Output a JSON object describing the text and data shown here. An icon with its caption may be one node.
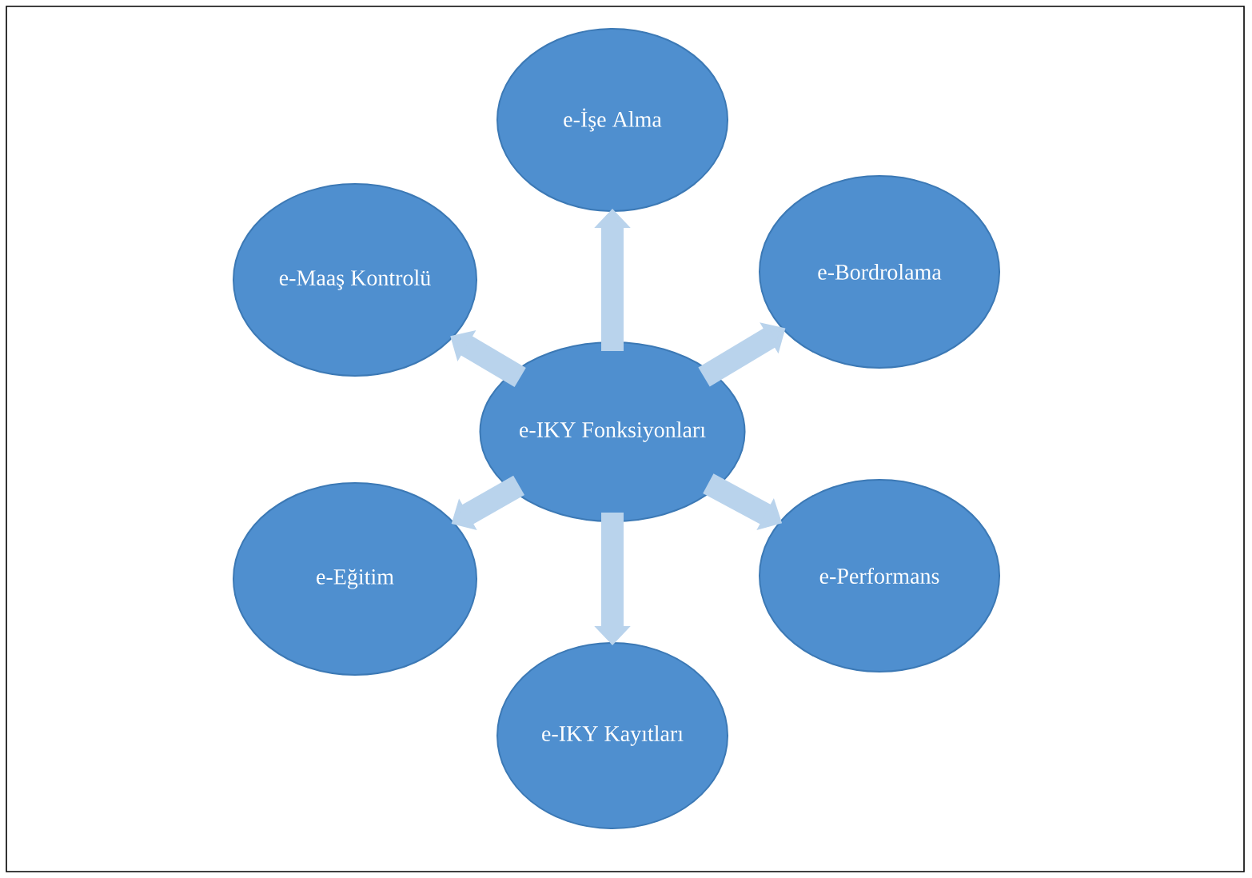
{
  "diagram": {
    "nodes": [
      {
        "text": [
          "e-İşe Alma"
        ]
      },
      {
        "text": [
          "e-Maaş Kontrolü"
        ]
      },
      {
        "text": [
          "e-Bordrolama"
        ]
      },
      {
        "text": [
          "e-IKY Fonksiyonları"
        ]
      },
      {
        "text": [
          "e-Eğitim"
        ]
      },
      {
        "text": [
          "e-Performans"
        ]
      },
      {
        "text": [
          "e-IKY Kayıtları"
        ]
      }
    ],
    "edges": [
      {
        "from": 3,
        "to": 0,
        "arrow": "to"
      },
      {
        "from": 3,
        "to": 2,
        "arrow": "to"
      },
      {
        "from": 3,
        "to": 5,
        "arrow": "to"
      },
      {
        "from": 3,
        "to": 6,
        "arrow": "to"
      },
      {
        "from": 3,
        "to": 4,
        "arrow": "to"
      },
      {
        "from": 3,
        "to": 1,
        "arrow": "to"
      }
    ]
  }
}
